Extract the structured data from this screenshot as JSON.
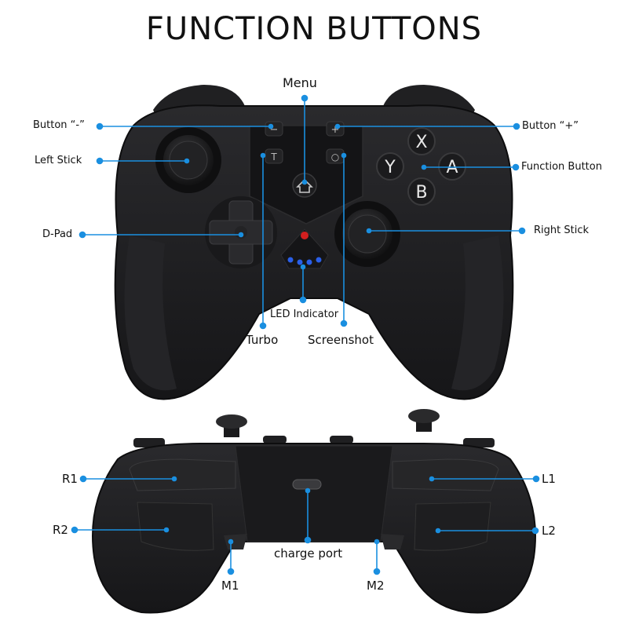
{
  "title": "FUNCTION  BUTTONS",
  "colors": {
    "accent": "#1a8fe0",
    "body": "#1c1c1e",
    "led_red": "#d21f1f",
    "led_blue": "#2a5fe8"
  },
  "front": {
    "labels": {
      "menu": "Menu",
      "button_minus": "Button “-”",
      "button_plus": "Button “+”",
      "left_stick": "Left  Stick",
      "function_button": "Function Button",
      "dpad": "D-Pad",
      "right_stick": "Right Stick",
      "led_indicator": "LED  Indicator",
      "turbo": "Turbo",
      "screenshot": "Screenshot"
    },
    "face_buttons": {
      "x": "X",
      "y": "Y",
      "a": "A",
      "b": "B"
    },
    "small_buttons": {
      "minus": "−",
      "plus": "+",
      "turbo": "T",
      "screenshot": "○"
    },
    "icons": [
      "home-icon"
    ]
  },
  "back": {
    "labels": {
      "r1": "R1",
      "r2": "R2",
      "l1": "L1",
      "l2": "L2",
      "charge_port": "charge port",
      "m1": "M1",
      "m2": "M2"
    }
  }
}
